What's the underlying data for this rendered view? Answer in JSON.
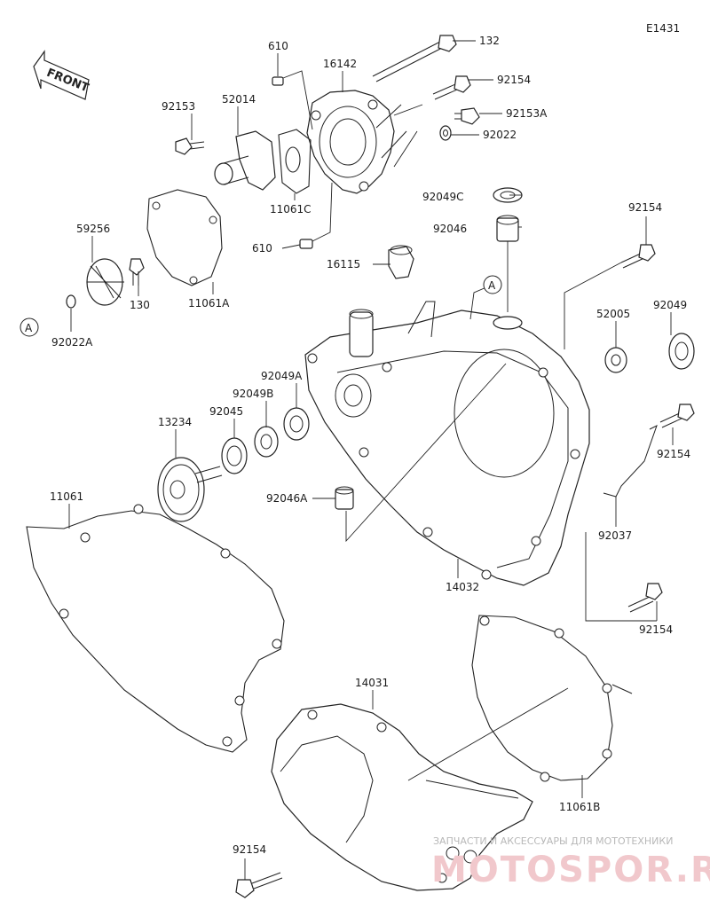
{
  "code": "E1431",
  "front_label": "FRONT",
  "watermark": {
    "line1": "ЗАПЧАСТИ И АКСЕССУАРЫ ДЛЯ МОТОТЕХНИКИ",
    "line2": "MOTOSPOR.RU"
  },
  "callouts": {
    "p132": "132",
    "p610_top": "610",
    "p16142": "16142",
    "p92154_top": "92154",
    "p92153": "92153",
    "p52014": "52014",
    "p92153A": "92153A",
    "p92022": "92022",
    "p11061C": "11061C",
    "p92049C": "92049C",
    "p92046": "92046",
    "p610_mid": "610",
    "p92154_right1": "92154",
    "p59256": "59256",
    "p16115": "16115",
    "p130": "130",
    "p11061A": "11061A",
    "p52005": "52005",
    "p92049": "92049",
    "p92022A": "92022A",
    "p92049A": "92049A",
    "p92049B": "92049B",
    "p92045": "92045",
    "p13234": "13234",
    "p92154_right2": "92154",
    "p92046A": "92046A",
    "p11061": "11061",
    "p92037": "92037",
    "p14032": "14032",
    "p92154_right3": "92154",
    "p14031": "14031",
    "p11061B": "11061B",
    "p92154_bottom": "92154"
  },
  "ref_markers": {
    "a1": "A",
    "a2": "A"
  }
}
